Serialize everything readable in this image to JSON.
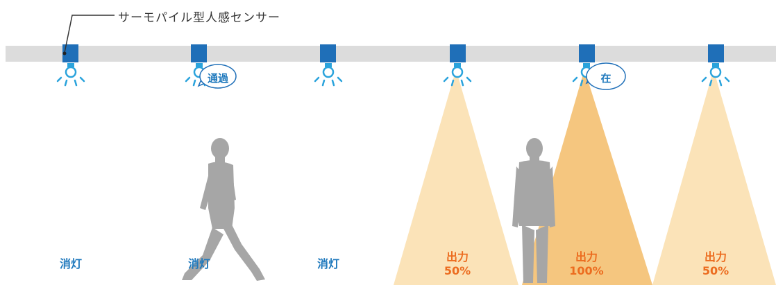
{
  "title": "サーモパイル型人感センサー",
  "bubbles": {
    "pass": "通過",
    "present": "在"
  },
  "zones": [
    {
      "label": "消灯",
      "percent": ""
    },
    {
      "label": "消灯",
      "percent": ""
    },
    {
      "label": "消灯",
      "percent": ""
    },
    {
      "label": "出力",
      "percent": "50%"
    },
    {
      "label": "出力",
      "percent": "100%"
    },
    {
      "label": "出力",
      "percent": "50%"
    }
  ],
  "colors": {
    "rail": "#dcdcdc",
    "sensor": "#1f6fb8",
    "lamp": "#2aa3dc",
    "beam50": "#fbe3b8",
    "beam100": "#f5c67f",
    "person": "#a6a6a6",
    "off_text": "#1f79bd",
    "on_text": "#ec6c1f"
  }
}
